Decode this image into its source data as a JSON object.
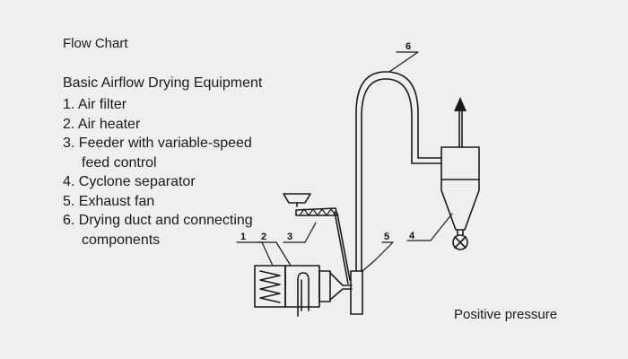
{
  "title": "Flow Chart",
  "heading": "Basic Airflow Drying Equipment",
  "items": [
    {
      "num": "1.",
      "text": "Air filter",
      "cont": ""
    },
    {
      "num": "2.",
      "text": "Air heater",
      "cont": ""
    },
    {
      "num": "3.",
      "text": "Feeder with variable-speed",
      "cont": "feed control"
    },
    {
      "num": "4.",
      "text": "Cyclone separator",
      "cont": ""
    },
    {
      "num": "5.",
      "text": "Exhaust fan",
      "cont": ""
    },
    {
      "num": "6.",
      "text": "Drying duct and connecting",
      "cont": "components"
    }
  ],
  "note": "Positive pressure",
  "diagram_labels": {
    "l1": "1",
    "l2": "2",
    "l3": "3",
    "l4": "4",
    "l5": "5",
    "l6": "6"
  }
}
